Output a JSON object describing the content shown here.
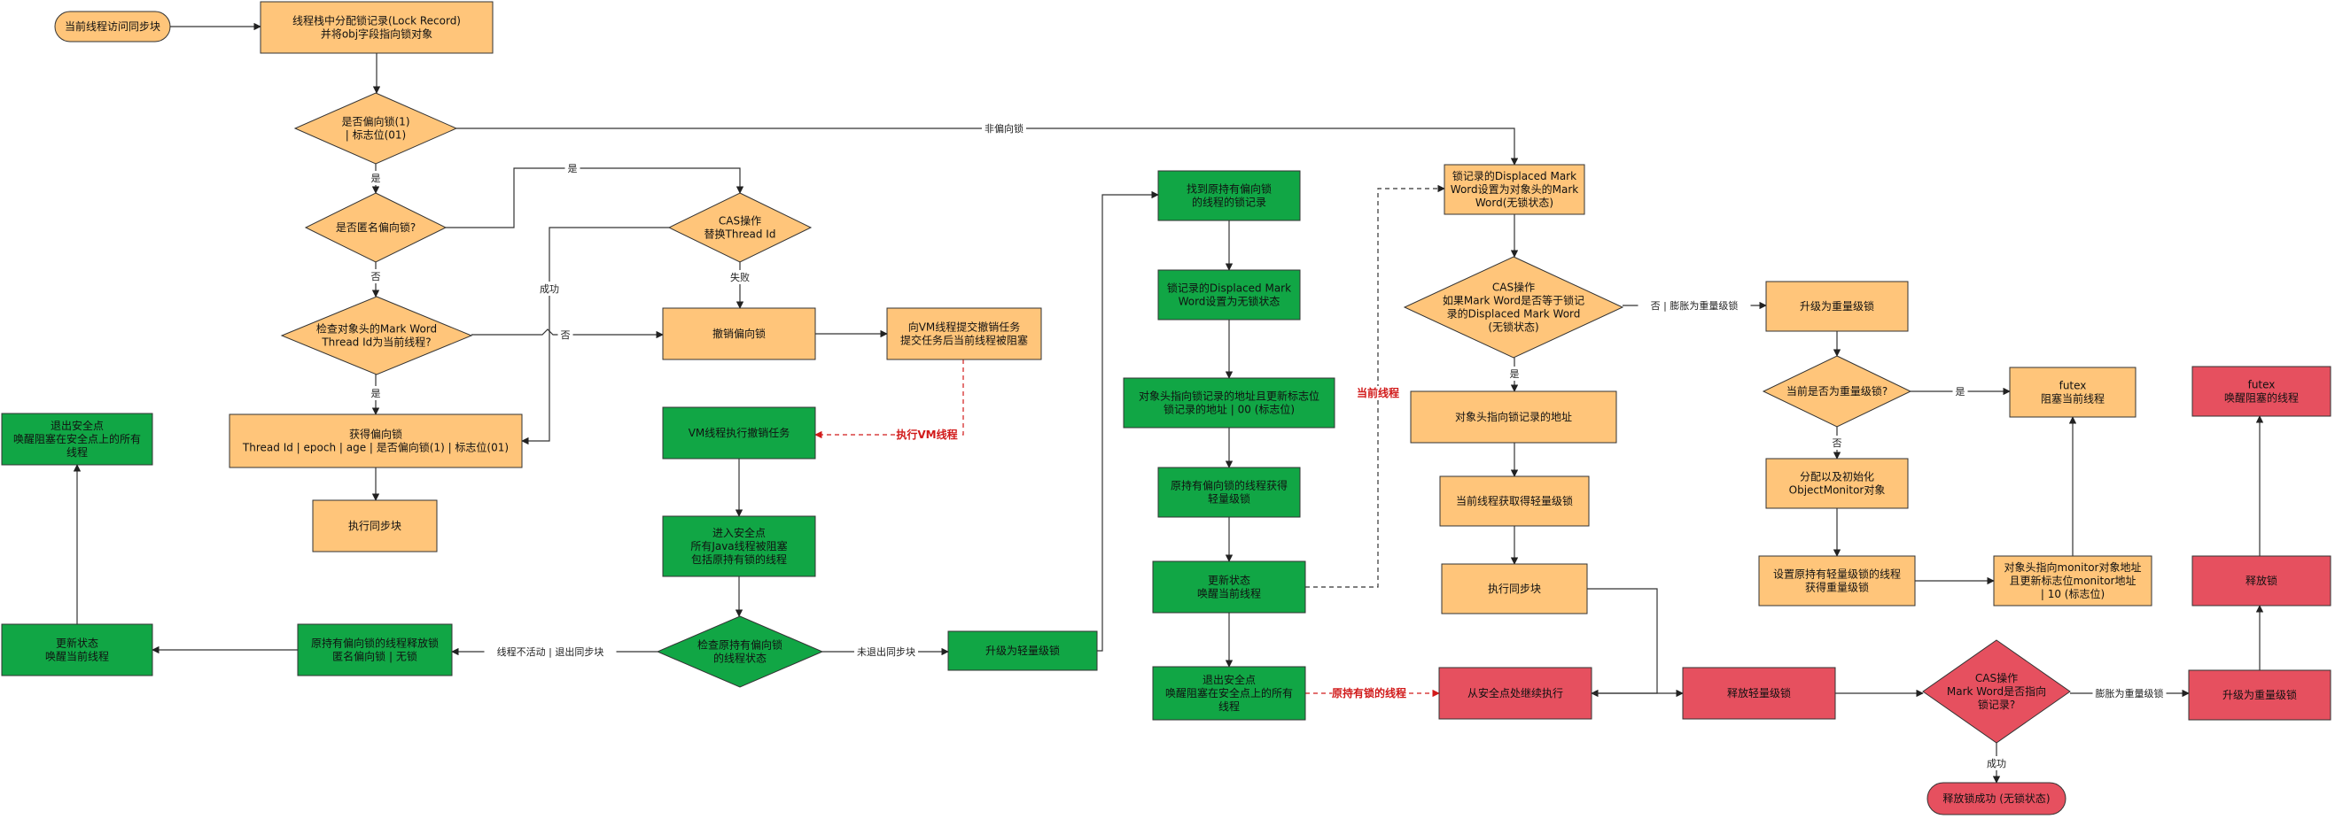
{
  "colors": {
    "orange": "#ffc57a",
    "green": "#11a645",
    "red": "#e6505f",
    "stroke": "#333333",
    "red_text": "#d11a1a"
  },
  "nodes": {
    "start": [
      "当前线程访问同步块"
    ],
    "alloc": [
      "线程栈中分配锁记录(Lock Record)",
      "并将obj字段指向锁对象"
    ],
    "biased_check": [
      "是否偏向锁(1)",
      "| 标志位(01)"
    ],
    "anon_check": [
      "是否匿名偏向锁?"
    ],
    "cas_replace": [
      "CAS操作",
      "替换Thread Id"
    ],
    "thread_check": [
      "检查对象头的Mark Word",
      "Thread Id为当前线程?"
    ],
    "revoke": [
      "撤销偏向锁"
    ],
    "vm_submit": [
      "向VM线程提交撤销任务",
      "提交任务后当前线程被阻塞"
    ],
    "got_biased": [
      "获得偏向锁",
      "Thread Id | epoch | age | 是否偏向锁(1) | 标志位(01)"
    ],
    "exec_sync_1": [
      "执行同步块"
    ],
    "exit_sp_left": [
      "退出安全点",
      "唤醒阻塞在安全点上的所有",
      "线程"
    ],
    "update_left": [
      "更新状态",
      "唤醒当前线程"
    ],
    "vm_exec": [
      "VM线程执行撤销任务"
    ],
    "safepoint": [
      "进入安全点",
      "所有Java线程被阻塞",
      "包括原持有锁的线程"
    ],
    "check_holder": [
      "检查原持有偏向锁",
      "的线程状态"
    ],
    "release_anon": [
      "原持有偏向锁的线程释放锁",
      "匿名偏向锁 | 无锁"
    ],
    "upgrade_light": [
      "升级为轻量级锁"
    ],
    "find_record": [
      "找到原持有偏向锁",
      "的线程的锁记录"
    ],
    "set_displaced": [
      "锁记录的Displaced Mark",
      "Word设置为无锁状态"
    ],
    "head_point": [
      "对象头指向锁记录的地址且更新标志位",
      "锁记录的地址 | 00 (标志位)"
    ],
    "holder_get_light": [
      "原持有偏向锁的线程获得",
      "轻量级锁"
    ],
    "update_wake": [
      "更新状态",
      "唤醒当前线程"
    ],
    "exit_sp_mid": [
      "退出安全点",
      "唤醒阻塞在安全点上的所有",
      "线程"
    ],
    "record_displaced": [
      "锁记录的Displaced Mark",
      "Word设置为对象头的Mark",
      "Word(无锁状态)"
    ],
    "cas_equal": [
      "CAS操作",
      "如果Mark Word是否等于锁记",
      "录的Displaced Mark Word",
      "(无锁状态)"
    ],
    "head_to_record": [
      "对象头指向锁记录的地址"
    ],
    "got_light": [
      "当前线程获取得轻量级锁"
    ],
    "exec_sync_2": [
      "执行同步块"
    ],
    "continue_exec": [
      "从安全点处继续执行"
    ],
    "release_light": [
      "释放轻量级锁"
    ],
    "upgrade_heavy_1": [
      "升级为重量级锁"
    ],
    "heavy_check": [
      "当前是否为重量级锁?"
    ],
    "futex_block": [
      "futex",
      "阻塞当前线程"
    ],
    "alloc_monitor": [
      "分配以及初始化",
      "ObjectMonitor对象"
    ],
    "set_holder_heavy": [
      "设置原持有轻量级锁的线程",
      "获得重量级锁"
    ],
    "head_monitor": [
      "对象头指向monitor对象地址",
      "且更新标志位monitor地址",
      "| 10 (标志位)"
    ],
    "cas_release": [
      "CAS操作",
      "Mark Word是否指向",
      "锁记录?"
    ],
    "upgrade_heavy_2": [
      "升级为重量级锁"
    ],
    "release_lock": [
      "释放锁"
    ],
    "futex_wake": [
      "futex",
      "唤醒阻塞的线程"
    ],
    "release_ok": [
      "释放锁成功 (无锁状态)"
    ]
  },
  "edge_labels": {
    "not_biased": "非偏向锁",
    "yes_1": "是",
    "yes_2": "是",
    "no_1": "否",
    "no_2": "否",
    "success": "成功",
    "fail": "失败",
    "yes_3": "是",
    "inactive": "线程不活动 | 退出同步块",
    "not_exit": "未退出同步块",
    "no_inflate": "否 | 膨胀为重量级锁",
    "yes_4": "是",
    "no_3": "否",
    "success_2": "成功",
    "inflate_2": "膨胀为重量级锁",
    "exec_vm": "执行VM线程",
    "current_thread": "当前线程",
    "holder_thread": "原持有锁的线程"
  }
}
